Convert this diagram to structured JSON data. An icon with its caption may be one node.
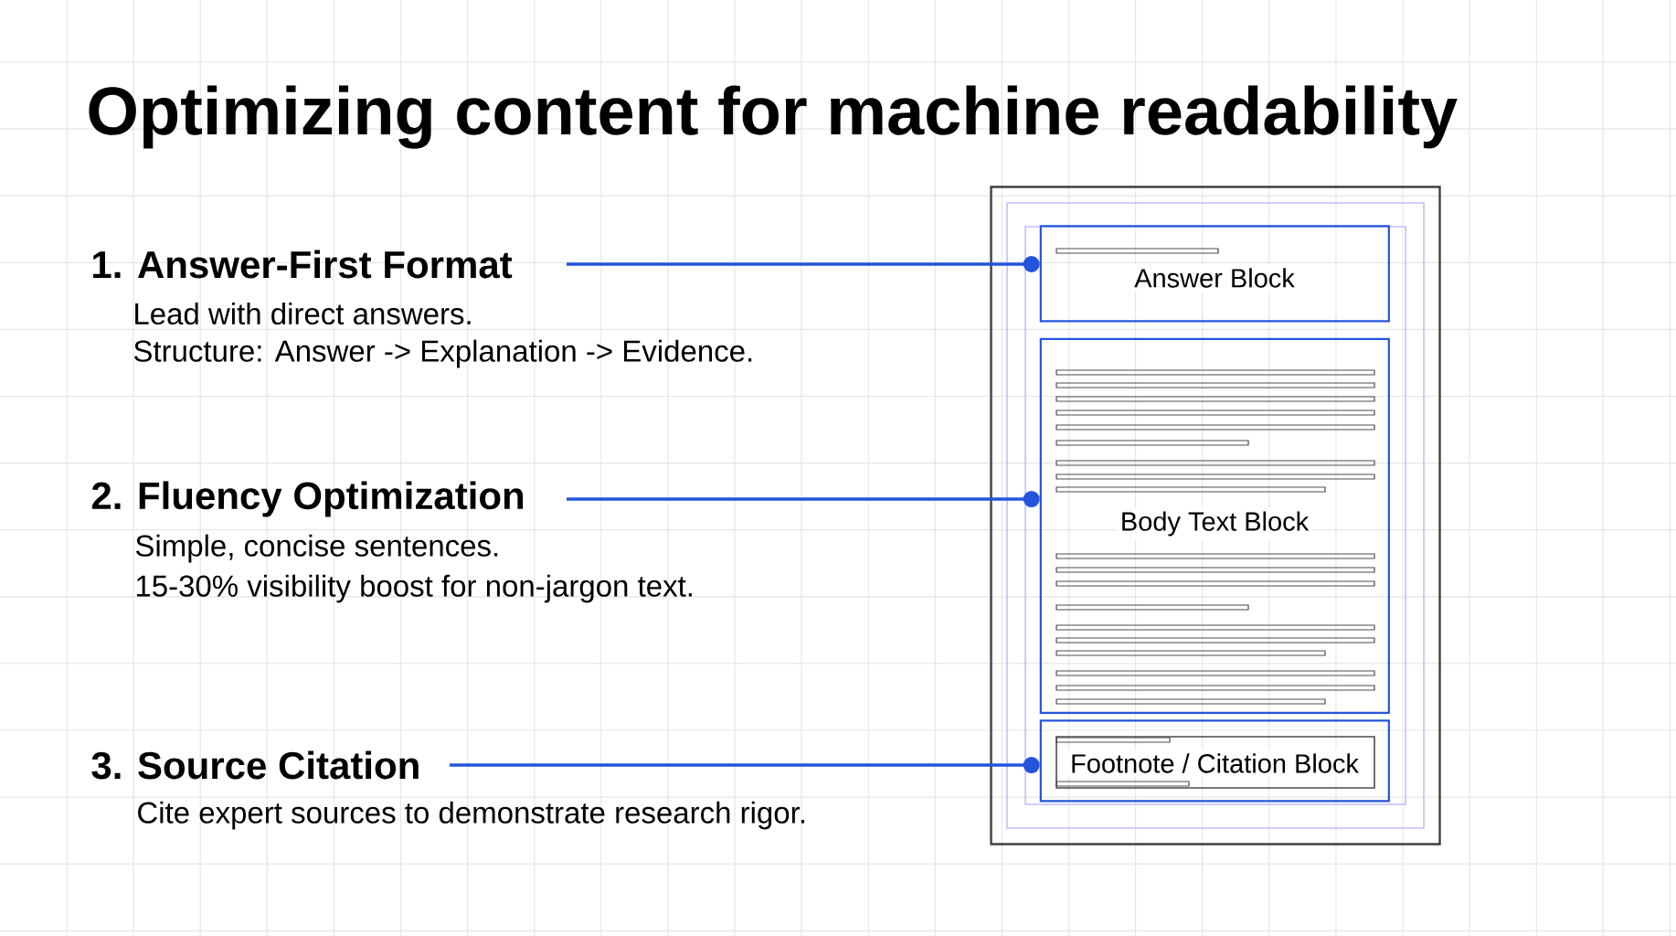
{
  "diagram": {
    "title": "Optimizing content for machine readability",
    "nodes": [
      {
        "text": [
          "1. Answer-First Format"
        ],
        "beside": [
          "Lead with direct answers.",
          "Structure: Answer -> Explanation -> Evidence."
        ]
      },
      {
        "text": [
          "2. Fluency Optimization"
        ],
        "beside": [
          "Simple, concise sentences.",
          "15-30% visibility boost for non-jargon text."
        ]
      },
      {
        "text": [
          "3. Source Citation"
        ],
        "beside": [
          "Cite expert sources to demonstrate research rigor."
        ]
      },
      {
        "text": [],
        "shape": "box"
      },
      {
        "text": [
          "Answer Block"
        ],
        "in": 3
      },
      {
        "text": [
          "Body Text Block"
        ],
        "in": 3
      },
      {
        "text": [
          "Footnote / Citation Block"
        ],
        "in": 3
      }
    ],
    "edges": [
      {
        "from": 0,
        "to": 4,
        "arrow": "other"
      },
      {
        "from": 1,
        "to": 5,
        "arrow": "other"
      },
      {
        "from": 2,
        "to": 6,
        "arrow": "other"
      }
    ]
  }
}
